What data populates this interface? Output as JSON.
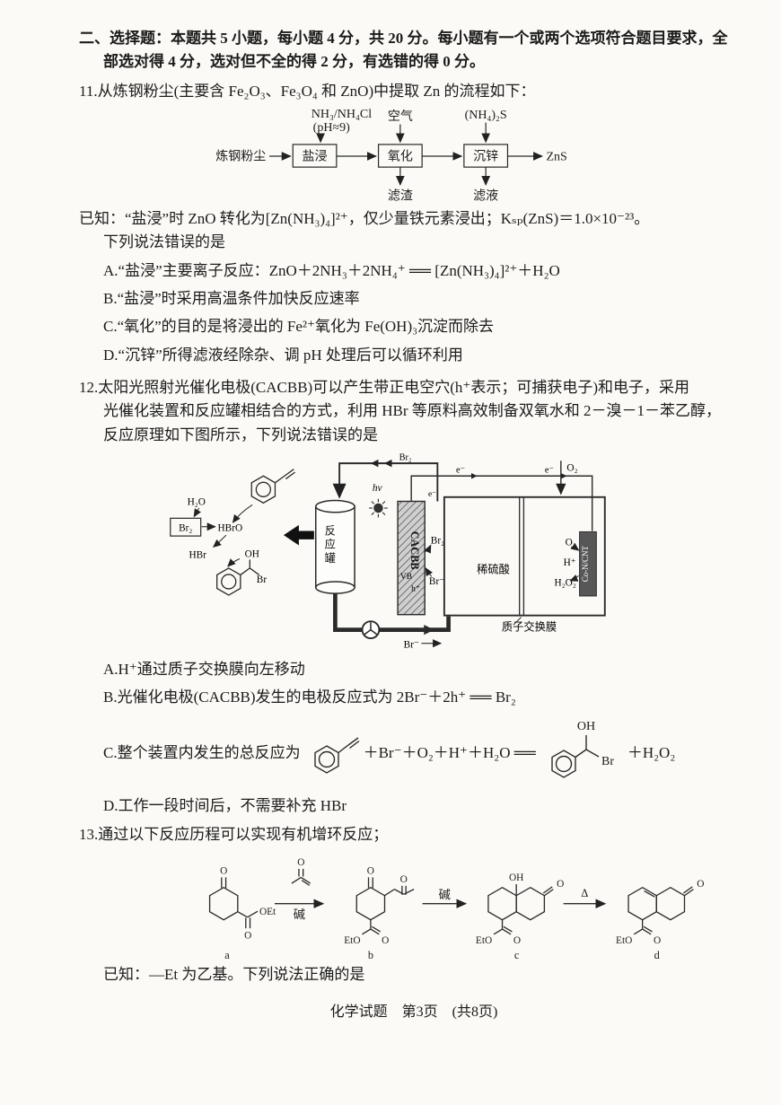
{
  "section": {
    "line1": "二、选择题：本题共 5 小题，每小题 4 分，共 20 分。每小题有一个或两个选项符合题目要求，全",
    "line2": "部选对得 4 分，选对但不全的得 2 分，有选错的得 0 分。"
  },
  "q11": {
    "stem": "11.从炼钢粉尘(主要含 Fe₂O₃、Fe₃O₄ 和 ZnO)中提取 Zn 的流程如下：",
    "flow": {
      "input": "炼钢粉尘",
      "reagent1a": "NH₃/NH₄Cl",
      "reagent1b": "(pH≈9)",
      "reagent2": "空气",
      "reagent3": "(NH₄)₂S",
      "step1": "盐浸",
      "step2": "氧化",
      "step3": "沉锌",
      "residue": "滤渣",
      "filtrate": "滤液",
      "product": "ZnS"
    },
    "known": "已知：“盐浸”时 ZnO 转化为[Zn(NH₃)₄]²⁺，仅少量铁元素浸出；Kₛₚ(ZnS)＝1.0×10⁻²³。",
    "prompt": "下列说法错误的是",
    "options": [
      "A.“盐浸”主要离子反应：ZnO＋2NH₃＋2NH₄⁺ ══ [Zn(NH₃)₄]²⁺＋H₂O",
      "B.“盐浸”时采用高温条件加快反应速率",
      "C.“氧化”的目的是将浸出的 Fe²⁺氧化为 Fe(OH)₃沉淀而除去",
      "D.“沉锌”所得滤液经除杂、调 pH 处理后可以循环利用"
    ]
  },
  "q12": {
    "stem1": "12.太阳光照射光催化电极(CACBB)可以产生带正电空穴(h⁺表示；可捕获电子)和电子，采用",
    "stem2": "光催化装置和反应罐相结合的方式，利用 HBr 等原料高效制备双氧水和 2－溴－1－苯乙醇，",
    "stem3": "反应原理如下图所示，下列说法错误的是",
    "diagram": {
      "br2": "Br₂",
      "br_minus": "Br⁻",
      "o2": "O₂",
      "e_minus": "e⁻",
      "hv": "hν",
      "h2o": "H₂O",
      "hbro": "HBrO",
      "hbr": "HBr",
      "oh": "OH",
      "br": "Br",
      "tank": "反应罐",
      "cacbb": "CACBB",
      "vb": "VB",
      "hole": "h⁺",
      "h_plus": "H⁺",
      "h2o2": "H₂O₂",
      "acid": "稀硫酸",
      "membrane": "质子交换膜",
      "cathode": "Co-N/CNT"
    },
    "optionA": "A.H⁺通过质子交换膜向左移动",
    "optionB": "B.光催化电极(CACBB)发生的电极反应式为 2Br⁻＋2h⁺ ══ Br₂",
    "optionC": {
      "pre": "C.整个装置内发生的总反应为",
      "mid": "＋Br⁻＋O₂＋H⁺＋H₂O ══",
      "post": "＋H₂O₂"
    },
    "optionD": "D.工作一段时间后，不需要补充 HBr"
  },
  "q13": {
    "stem": "13.通过以下反应历程可以实现有机增环反应；",
    "scheme": {
      "base1": "碱",
      "base2": "碱",
      "delta": "Δ",
      "o": "O",
      "oet": "OEt",
      "eto": "EtO",
      "oh": "OH",
      "a": "a",
      "b": "b",
      "c": "c",
      "d": "d"
    },
    "known": "已知：—Et 为乙基。下列说法正确的是"
  },
  "footer": "化学试题　第3页　(共8页)"
}
